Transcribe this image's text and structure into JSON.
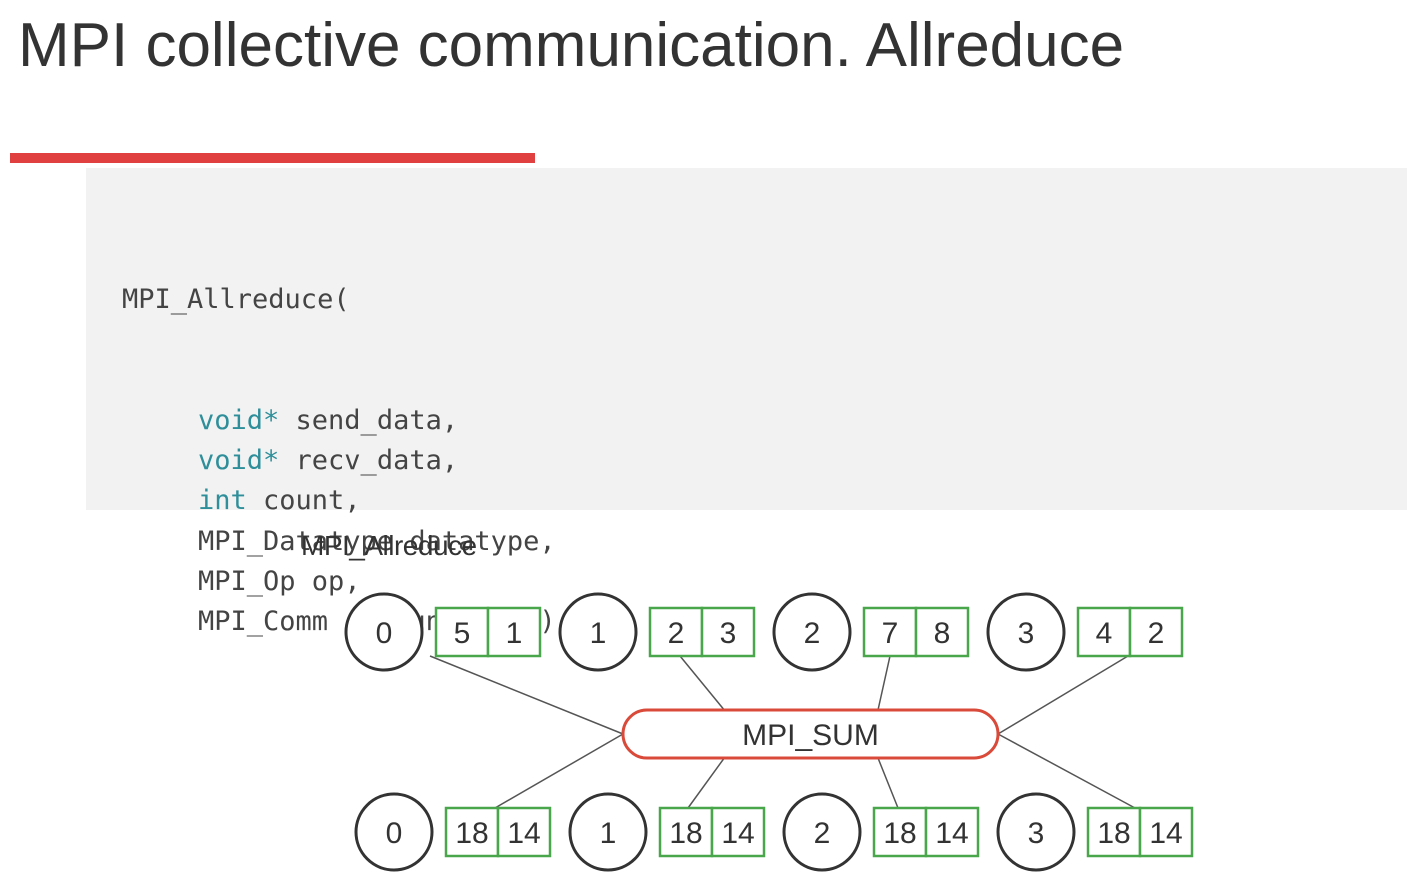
{
  "slide": {
    "title": "MPI collective communication. Allreduce",
    "accent_color": "#e04040"
  },
  "code": {
    "function_line": "MPI_Allreduce(",
    "params": [
      {
        "type": "void*",
        "is_keyword": true,
        "rest": " send_data,"
      },
      {
        "type": "void*",
        "is_keyword": true,
        "rest": " recv_data,"
      },
      {
        "type": "int",
        "is_keyword": true,
        "rest": " count,"
      },
      {
        "type": "MPI_Datatype",
        "is_keyword": false,
        "rest": " datatype,"
      },
      {
        "type": "MPI_Op",
        "is_keyword": false,
        "rest": " op,"
      },
      {
        "type": "MPI_Comm",
        "is_keyword": false,
        "rest": " communicator)"
      }
    ],
    "keyword_color": "#2e8f9a"
  },
  "diagram": {
    "label": "MPI_Allreduce",
    "operation": "MPI_SUM",
    "op_border_color": "#d94a3a",
    "cell_border_color": "#4aa64a",
    "inputs": [
      {
        "rank": "0",
        "values": [
          "5",
          "1"
        ]
      },
      {
        "rank": "1",
        "values": [
          "2",
          "3"
        ]
      },
      {
        "rank": "2",
        "values": [
          "7",
          "8"
        ]
      },
      {
        "rank": "3",
        "values": [
          "4",
          "2"
        ]
      }
    ],
    "outputs": [
      {
        "rank": "0",
        "values": [
          "18",
          "14"
        ]
      },
      {
        "rank": "1",
        "values": [
          "18",
          "14"
        ]
      },
      {
        "rank": "2",
        "values": [
          "18",
          "14"
        ]
      },
      {
        "rank": "3",
        "values": [
          "18",
          "14"
        ]
      }
    ]
  }
}
